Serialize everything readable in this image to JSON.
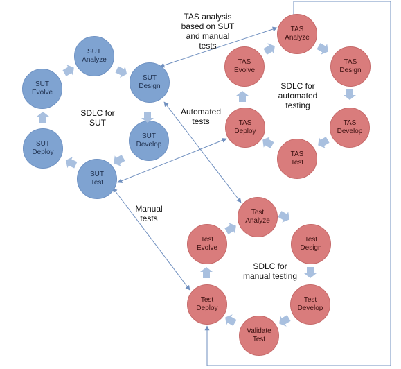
{
  "colors": {
    "sut_fill": "#7fa3d1",
    "tas_fill": "#d97c7c",
    "chevron": "#a9c0df",
    "connector": "#6f8fbf"
  },
  "sut_nodes": {
    "analyze": [
      "SUT",
      "Analyze"
    ],
    "design": [
      "SUT",
      "Design"
    ],
    "develop": [
      "SUT",
      "Develop"
    ],
    "test": [
      "SUT",
      "Test"
    ],
    "deploy": [
      "SUT",
      "Deploy"
    ],
    "evolve": [
      "SUT",
      "Evolve"
    ]
  },
  "tas_nodes": {
    "analyze": [
      "TAS",
      "Analyze"
    ],
    "design": [
      "TAS",
      "Design"
    ],
    "develop": [
      "TAS",
      "Develop"
    ],
    "test": [
      "TAS",
      "Test"
    ],
    "deploy": [
      "TAS",
      "Deploy"
    ],
    "evolve": [
      "TAS",
      "Evolve"
    ]
  },
  "test_nodes": {
    "analyze": [
      "Test",
      "Analyze"
    ],
    "design": [
      "Test",
      "Design"
    ],
    "develop": [
      "Test",
      "Develop"
    ],
    "validate": [
      "Validate",
      "Test"
    ],
    "deploy": [
      "Test",
      "Deploy"
    ],
    "evolve": [
      "Test",
      "Evolve"
    ]
  },
  "cycle_labels": {
    "sut": [
      "SDLC for",
      "SUT"
    ],
    "tas": [
      "SDLC for",
      "automated",
      "testing"
    ],
    "manual": [
      "SDLC for",
      "manual testing"
    ]
  },
  "flow_labels": {
    "tas_analysis": [
      "TAS analysis",
      "based on SUT",
      "and manual",
      "tests"
    ],
    "automated": [
      "Automated",
      "tests"
    ],
    "manual": [
      "Manual",
      "tests"
    ]
  }
}
